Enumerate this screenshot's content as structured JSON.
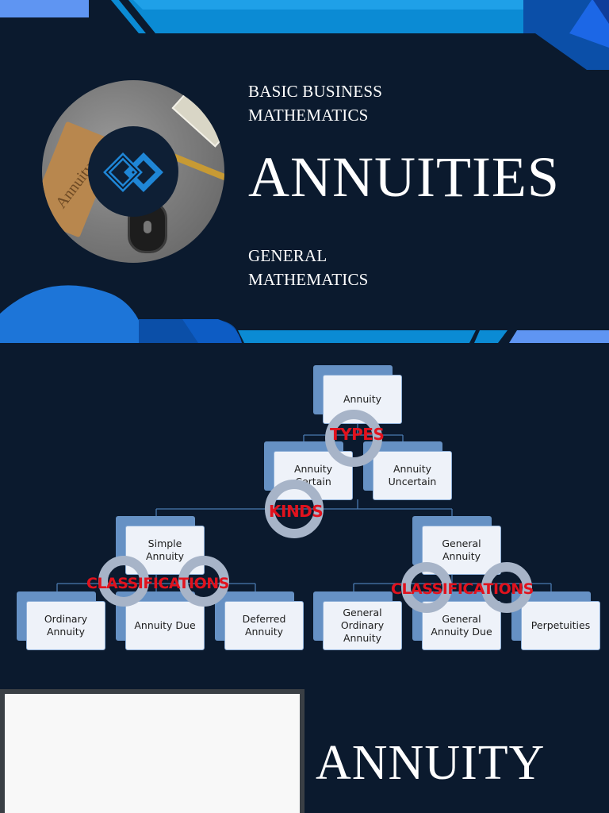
{
  "slide1": {
    "subtitle_top": [
      "BASIC BUSINESS",
      "MATHEMATICS"
    ],
    "title": "ANNUITIES",
    "subtitle_bottom": [
      "GENERAL",
      "MATHEMATICS"
    ],
    "image_card_text": "Annuity",
    "colors": {
      "background": "#0b1a2e",
      "accent_dark": "#0b4fa8",
      "accent_light": "#1288d0",
      "accent_pale": "#5f95f2"
    }
  },
  "slide2": {
    "root": "Annuity",
    "types": [
      "Annuity Certain",
      "Annuity Uncertain"
    ],
    "kinds": [
      "Simple Annuity",
      "General Annuity"
    ],
    "simple_classifications": [
      "Ordinary Annuity",
      "Annuity Due",
      "Deferred Annuity"
    ],
    "general_classifications": [
      "General Ordinary Annuity",
      "General Annuity Due",
      "Perpetuities"
    ],
    "labels": {
      "types": "TYPES",
      "kinds": "KINDS",
      "classifications_left": "CLASSIFICATIONS",
      "classifications_right": "CLASSIFICATIONS"
    }
  },
  "slide3": {
    "title": "ANNUITY"
  }
}
